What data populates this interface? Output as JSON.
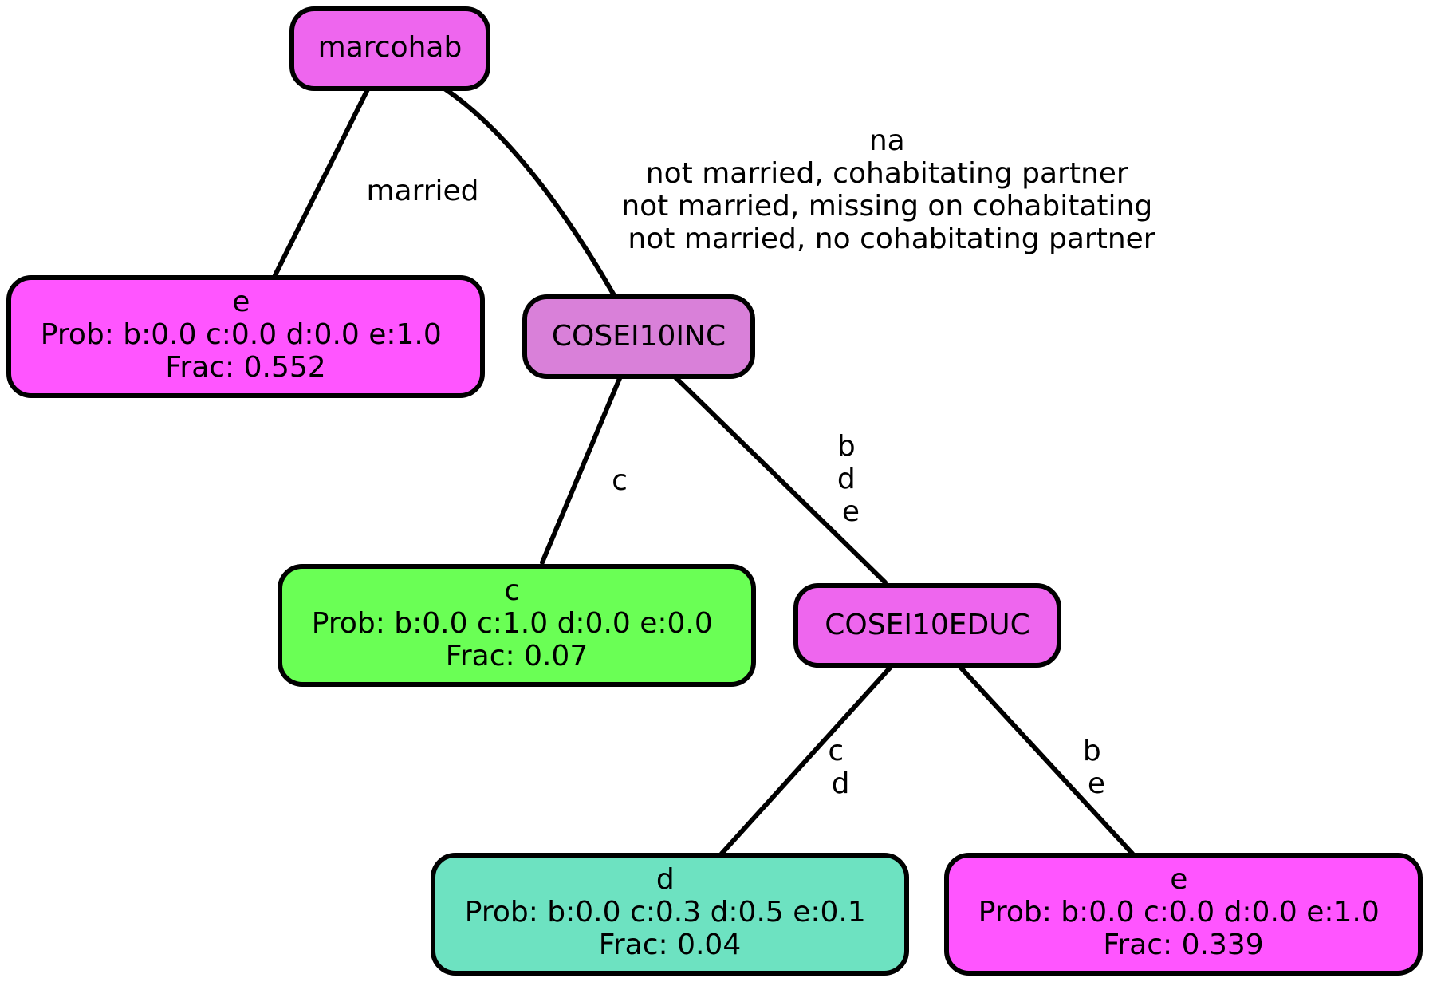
{
  "nodes": {
    "root": {
      "label": "marcohab",
      "color": "#ee66ee"
    },
    "leaf_e1": {
      "lines": [
        "e",
        "Prob: b:0.0 c:0.0 d:0.0 e:1.0",
        "Frac: 0.552"
      ],
      "color": "#ff55ff"
    },
    "inc": {
      "label": "COSEI10INC",
      "color": "#d980d9"
    },
    "leaf_c": {
      "lines": [
        "c",
        "Prob: b:0.0 c:1.0 d:0.0 e:0.0",
        "Frac: 0.07"
      ],
      "color": "#6aff55"
    },
    "educ": {
      "label": "COSEI10EDUC",
      "color": "#ee66ee"
    },
    "leaf_d": {
      "lines": [
        "d",
        "Prob: b:0.0 c:0.3 d:0.5 e:0.1",
        "Frac: 0.04"
      ],
      "color": "#6de2c1"
    },
    "leaf_e2": {
      "lines": [
        "e",
        "Prob: b:0.0 c:0.0 d:0.0 e:1.0",
        "Frac: 0.339"
      ],
      "color": "#ff55ff"
    }
  },
  "edges": {
    "root_e1": [
      "married"
    ],
    "root_inc": [
      "na",
      "not married, cohabitating partner",
      "not married, missing on cohabitating",
      "not married, no cohabitating partner"
    ],
    "inc_c": [
      "c"
    ],
    "inc_educ": [
      "b",
      "d",
      "e"
    ],
    "educ_d": [
      "c",
      "d"
    ],
    "educ_e2": [
      "b",
      "e"
    ]
  }
}
